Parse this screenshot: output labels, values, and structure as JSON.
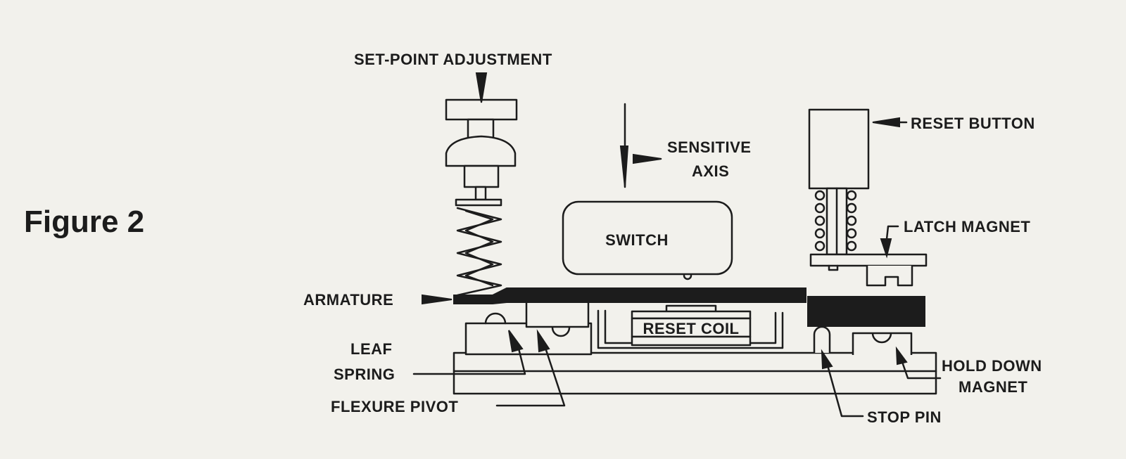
{
  "figure_label": "Figure 2",
  "labels": {
    "set_point": "SET-POINT ADJUSTMENT",
    "sensitive_axis_1": "SENSITIVE",
    "sensitive_axis_2": "AXIS",
    "reset_button": "RESET BUTTON",
    "latch_magnet": "LATCH MAGNET",
    "switch": "SWITCH",
    "armature": "ARMATURE",
    "reset_coil": "RESET COIL",
    "leaf_1": "LEAF",
    "leaf_2": "SPRING",
    "flexure_pivot": "FLEXURE PIVOT",
    "hold_down_1": "HOLD DOWN",
    "hold_down_2": "MAGNET",
    "stop_pin": "STOP PIN"
  }
}
